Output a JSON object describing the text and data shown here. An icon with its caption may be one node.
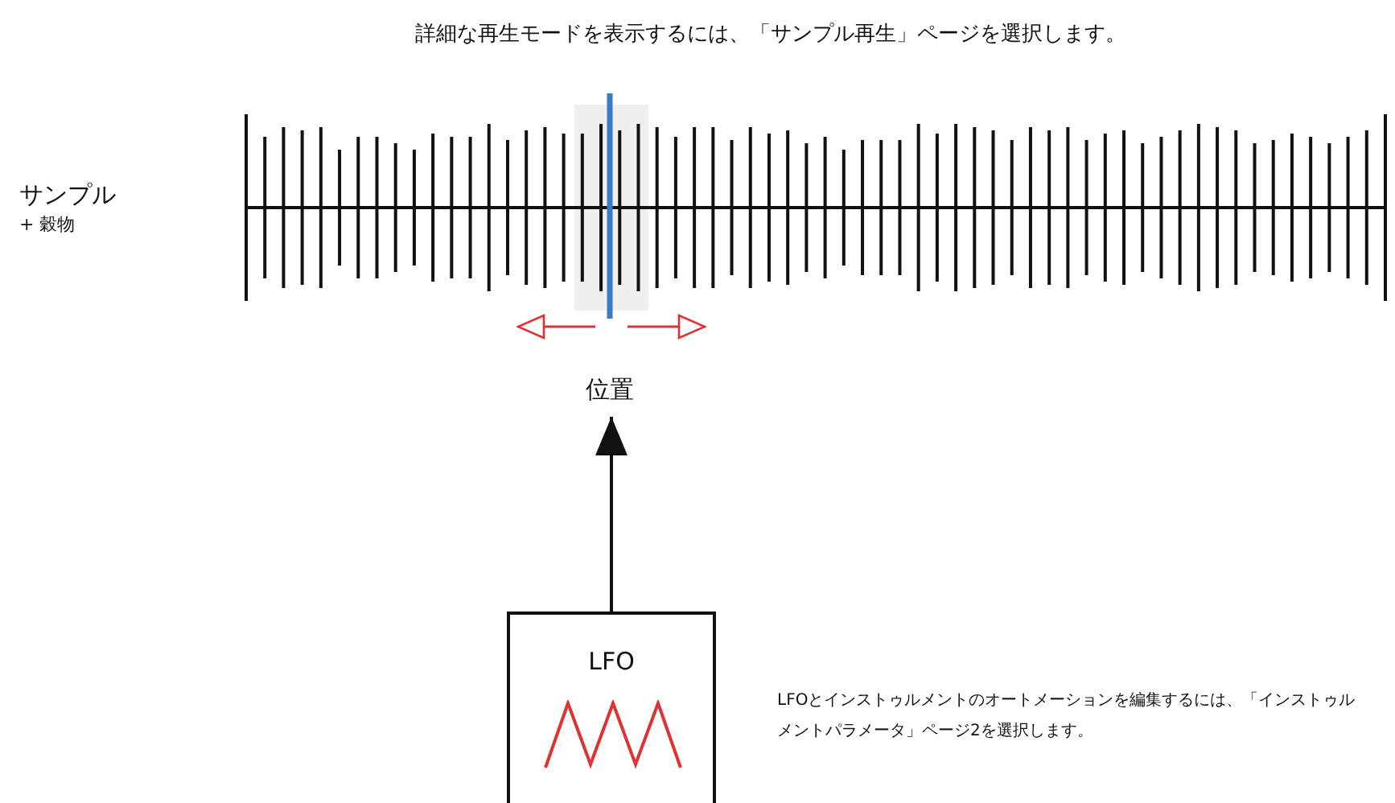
{
  "diagram": {
    "nodes": [
      {
        "text": [
          "位置"
        ]
      },
      {
        "text": [
          "LFO"
        ]
      }
    ],
    "edges": [
      {
        "from": 1,
        "to": 0,
        "arrow": "to"
      }
    ],
    "labels": [
      "詳細な再生モードを表示するには、「サンプル再生」ページを選択します。",
      "サンプル",
      "+ 穀物",
      "LFOとインストゥルメントのオートメーションを編集するには、「インストゥルメントパラメータ」ページ2を選択します。"
    ]
  }
}
